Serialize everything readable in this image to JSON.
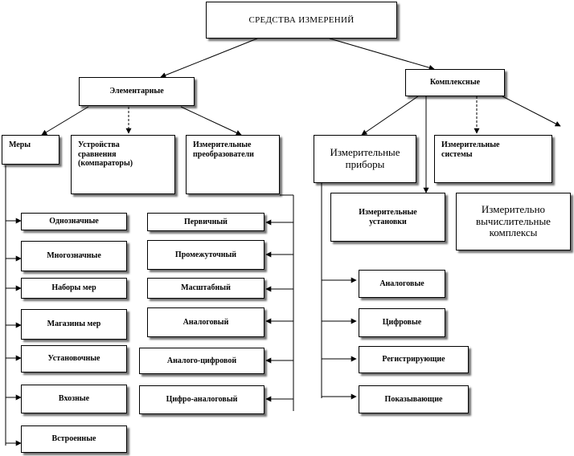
{
  "root": "СРЕДСТВА  ИЗМЕРЕНИЙ",
  "elementary": "Элементарные",
  "complex": "Комплексные",
  "measures": "Меры",
  "comparators": "Устройства\nсравнения\n(компараторы)",
  "converters": "Измерительные\nпреобразователи",
  "instruments": "Измерительные\nприборы",
  "systems": "Измерительные\nсистемы",
  "installations": "Измерительные\nустановки",
  "computing": "Измерительно\nвычислительные\nкомплексы",
  "measure_types": [
    "Однозначные",
    "Многозначные",
    "Наборы мер",
    "Магазины мер",
    "Установочные",
    "Вхозные",
    "Встроенные"
  ],
  "converter_types": [
    "Первичный",
    "Промежуточный",
    "Масштабный",
    "Аналоговый",
    "Аналого-цифровой",
    "Цифро-аналоговый"
  ],
  "instrument_types": [
    "Аналоговые",
    "Цифровые",
    "Регистрирующие",
    "Показывающие"
  ]
}
